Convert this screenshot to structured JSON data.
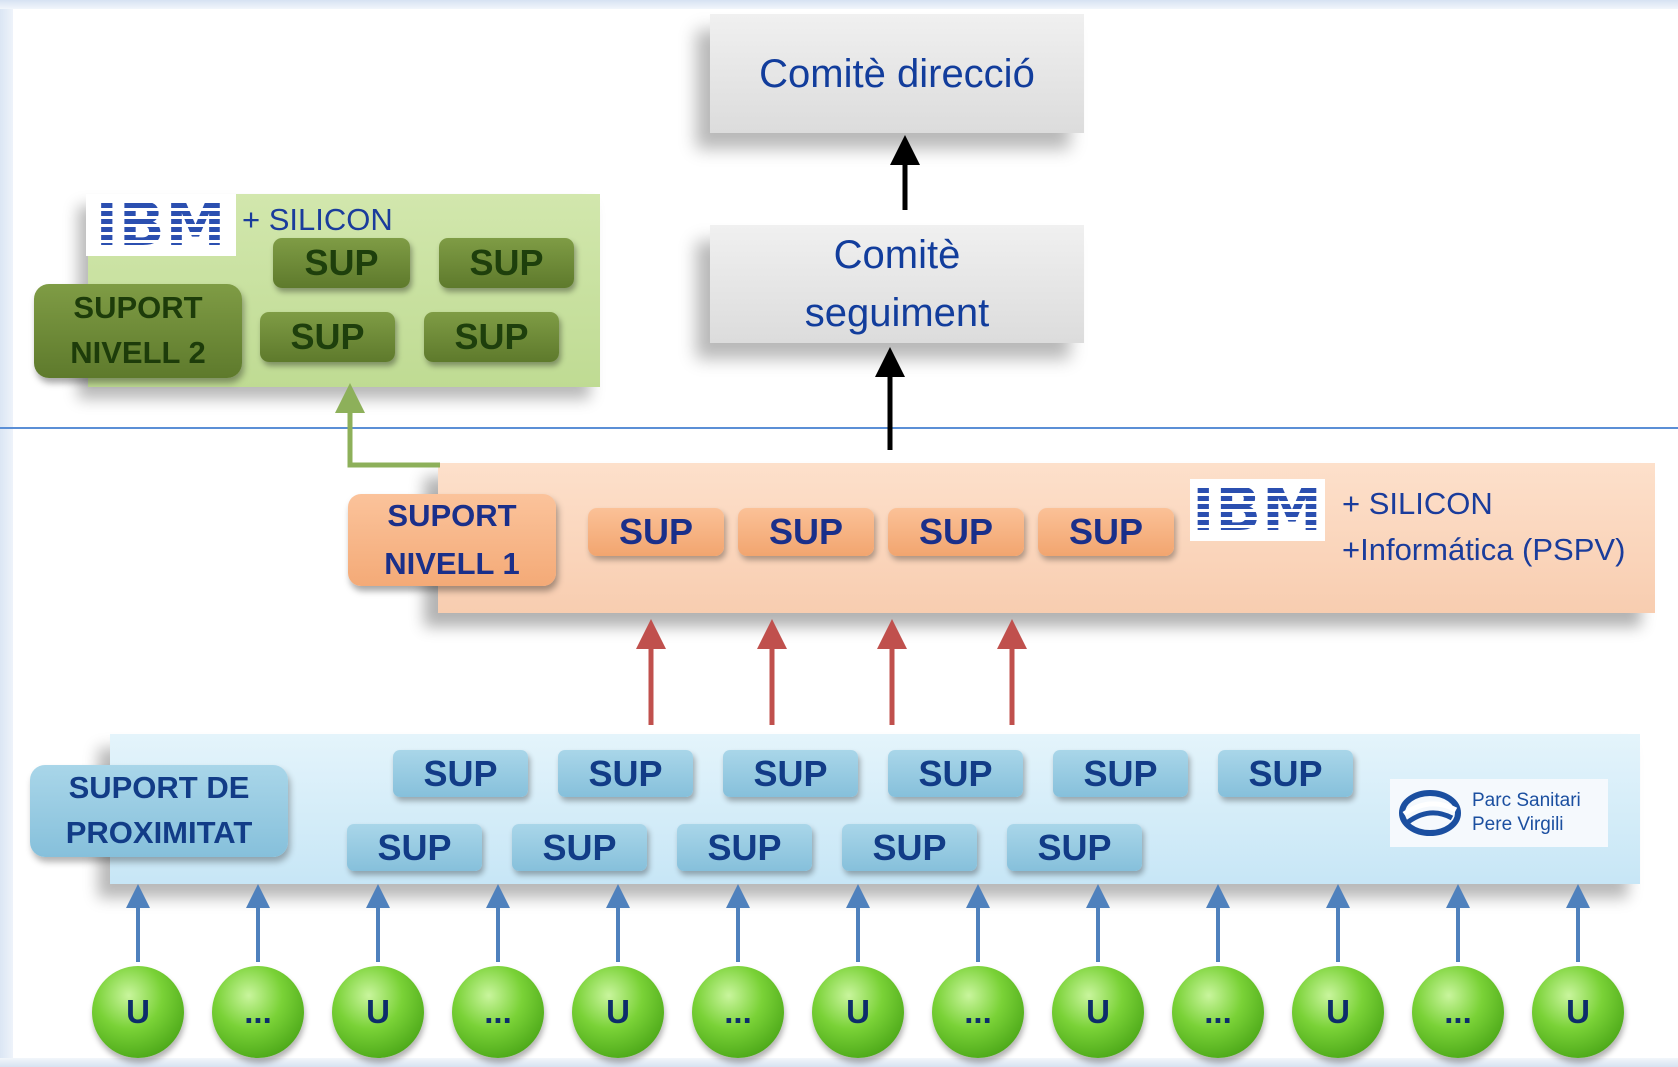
{
  "top": {
    "comite_direccio": "Comitè direcció",
    "comite_seguiment_line1": "Comitè",
    "comite_seguiment_line2": "seguiment"
  },
  "level2": {
    "label_line1": "SUPORT",
    "label_line2": "NIVELL 2",
    "provider_logo": "IBM",
    "provider_extra": "+ SILICON",
    "chips": [
      "SUP",
      "SUP",
      "SUP",
      "SUP"
    ]
  },
  "level1": {
    "label_line1": "SUPORT",
    "label_line2": "NIVELL 1",
    "provider_logo": "IBM",
    "provider_extra_line1": "+ SILICON",
    "provider_extra_line2": "+Informática (PSPV)",
    "chips": [
      "SUP",
      "SUP",
      "SUP",
      "SUP"
    ]
  },
  "proximity": {
    "label_line1": "SUPORT DE",
    "label_line2": "PROXIMITAT",
    "row1": [
      "SUP",
      "SUP",
      "SUP",
      "SUP",
      "SUP",
      "SUP"
    ],
    "row2": [
      "SUP",
      "SUP",
      "SUP",
      "SUP",
      "SUP"
    ],
    "logo_line1": "Parc Sanitari",
    "logo_line2": "Pere Virgili"
  },
  "users": [
    "U",
    "...",
    "U",
    "...",
    "U",
    "...",
    "U",
    "...",
    "U",
    "...",
    "U",
    "...",
    "U"
  ],
  "colors": {
    "divider": "#5b8fd6",
    "escalation_arrow": "#c0504d",
    "user_arrow": "#4f81bd",
    "level2_arrow": "#8db05a",
    "top_arrow": "#000000"
  }
}
